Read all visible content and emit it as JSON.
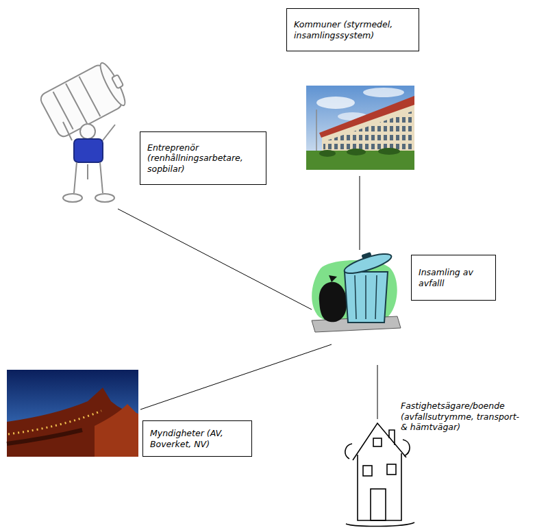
{
  "diagram": {
    "nodes": [
      {
        "text": [
          "Kommuner (styrmedel, insamlingssystem)"
        ]
      },
      {
        "text": [
          "Entreprenör (renhållningsarbetare, sopbilar)"
        ]
      },
      {
        "text": [
          "Insamling av avfalll"
        ]
      },
      {
        "text": [
          "Myndigheter (AV, Boverket, NV)"
        ]
      },
      {
        "text": [
          "Fastighetsägare/boende (avfallsutrymme, transport- & hämtvägar)"
        ]
      }
    ],
    "edges": [
      {
        "from": 0,
        "to": 2,
        "arrow": "none"
      },
      {
        "from": 1,
        "to": 2,
        "arrow": "none"
      },
      {
        "from": 3,
        "to": 2,
        "arrow": "none"
      },
      {
        "from": 4,
        "to": 2,
        "arrow": "none"
      }
    ]
  }
}
